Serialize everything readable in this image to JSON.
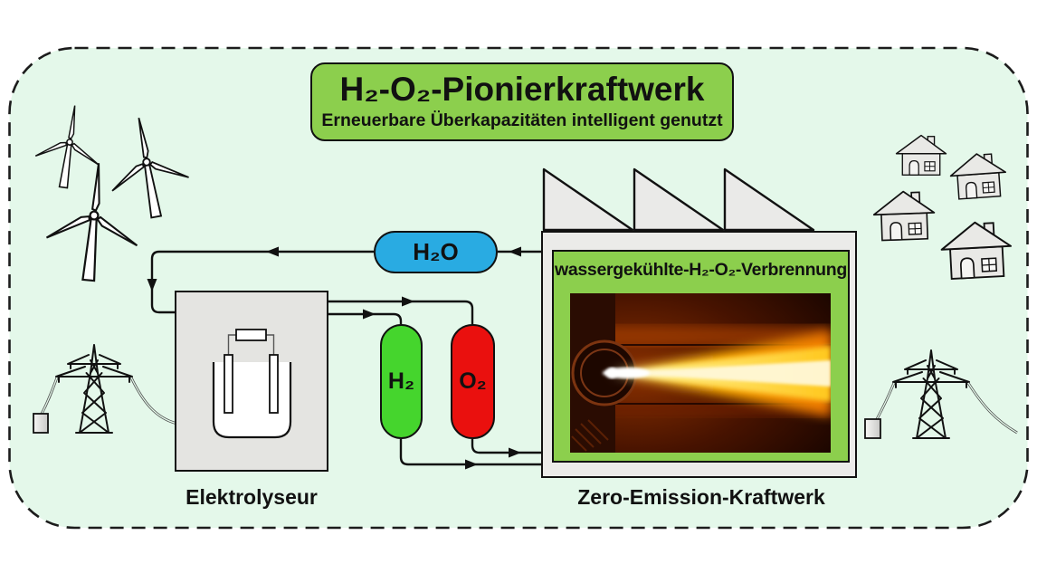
{
  "header": {
    "title": "H₂-O₂-Pionierkraftwerk",
    "subtitle": "Erneuerbare Überkapazitäten intelligent genutzt"
  },
  "electrolyser": {
    "label": "Elektrolyseur"
  },
  "streams": {
    "water": "H₂O",
    "hydrogen": "H₂",
    "oxygen": "O₂"
  },
  "power_plant": {
    "panel_title": "wassergekühlte-H₂-O₂-Verbrennung",
    "label": "Zero-Emission-Kraftwerk"
  },
  "icons": {
    "left_scene": [
      "wind-turbine-icon",
      "wind-turbine-icon",
      "wind-turbine-icon",
      "transmission-tower-icon",
      "transformer-box-icon"
    ],
    "right_scene": [
      "house-icon",
      "house-icon",
      "house-icon",
      "house-icon",
      "transmission-tower-icon",
      "transformer-box-icon"
    ],
    "plant": [
      "factory-roof-icon",
      "combustion-flame-image"
    ]
  },
  "colors": {
    "background": "#e4f8ea",
    "accent_green": "#8ccf4d",
    "water_blue": "#29abe2",
    "hydrogen_green": "#45d52d",
    "oxygen_red": "#ea100e",
    "outline": "#111111",
    "structure_gray": "#ebebe9"
  }
}
